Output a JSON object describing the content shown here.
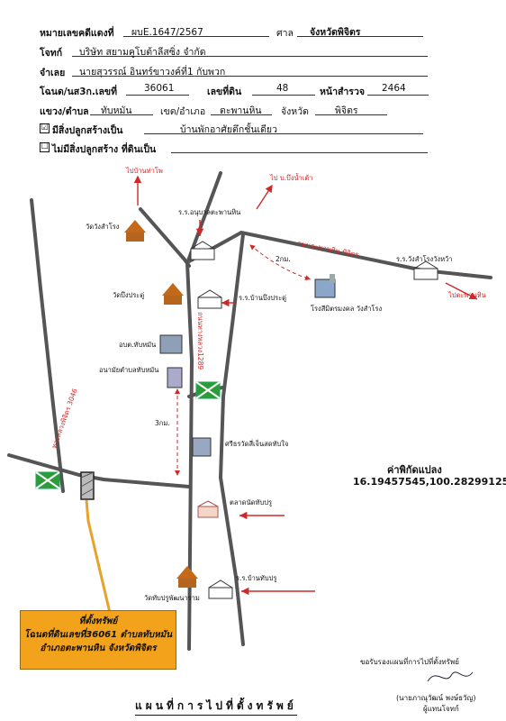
{
  "header": {
    "case_label": "หมายเลขคดีแดงที่",
    "case_value": "ผบE.1647/2567",
    "court_label": "ศาล",
    "court_value": "จังหวัดพิจิตร",
    "plaintiff_label": "โจทก์",
    "plaintiff_value": "บริษัท สยามคูโบต้าลีสซิ่ง จำกัด",
    "defendant_label": "จำเลย",
    "defendant_value": "นายสุวรรณ์ อินทร์ขาวงค์ที่1 กับพวก",
    "deed_label": "โฉนด/นส3ก.เลขที่",
    "deed_value": "36061",
    "land_no_label": "เลขที่ดิน",
    "land_no_value": "48",
    "survey_label": "หน้าสำรวจ",
    "survey_value": "2464",
    "subdistrict_label": "แขวง/ตำบล",
    "subdistrict_value": "ทับหมัน",
    "district_label": "เขต/อำเภอ",
    "district_value": "ตะพานหิน",
    "province_label": "จังหวัด",
    "province_value": "พิจิตร",
    "has_building_label": "มีสิ่งปลูกสร้างเป็น",
    "has_building_value": "บ้านพักอาศัยตึกชั้นเดียว",
    "has_building_checked": "☑",
    "no_building_label": "ไม่มีสิ่งปลูกสร้าง ที่ดินเป็น",
    "no_building_checked": "☐"
  },
  "map": {
    "to_phai_tha_pho": "ไปบ้านท่าโพ",
    "to_bueng_nam_tao": "ไป บ.บึงน้ำเต้า",
    "school_anuban": "ร.ร.อนุบาลตะพานหิน",
    "wat_sam_rong": "วัดวังสำโรง",
    "school_wang_samrong": "ร.ร.วังสำโรงวังหว้า",
    "road_taphan_phichit": "ถนนตะพานหิน-พิจิตร",
    "distance_2km": "2กม.",
    "to_taphan_hin": "ไปตะพานหิน",
    "wat_bueng_prachu": "วัดบึงประดู่",
    "school_bueng_prachu": "ร.ร.บ้านบึงประดู่",
    "rice_mill": "โรงสีมิตรมงคล วังสำโรง",
    "road_1289": "ถนนทางหลวง1289",
    "tao_thap_man": "อบต.ทับหมัน",
    "health_center": "อนามัยตำบลทับหมัน",
    "highway_3046": "ทางหลวงพิจิตร 3046",
    "distance_3km": "3กม.",
    "temple_sriwat": "ศรีธรวัดสี่เจ็นสดทับใจ",
    "market": "ตลาดนัดทับปรู",
    "wat_thap_pru": "วัดทับปรูพัฒนาราม",
    "school_thap_pru": "ร.ร.บ้านทับปรู"
  },
  "property_box": {
    "line1": "ที่ตั้งทรัพย์",
    "line2": "โฉนดที่ดินเลขที่36061 ตำบลทับหมัน",
    "line3": "อำเภอตะพานหิน จังหวัดพิจิตร"
  },
  "coordinates": {
    "label": "ค่าพิกัดแปลง",
    "value": "16.19457545,100.28299125"
  },
  "signature": {
    "cert": "ขอรับรองแผนที่การไปที่ตั้งทรัพย์",
    "name": "(นายภาณุวัฒน์ พงษ์ธวัญ)",
    "role": "ผู้แทนโจทก์"
  },
  "footer": {
    "title": "แผนที่การไปที่ตั้งทรัพย์"
  },
  "colors": {
    "road": "#555555",
    "arrow": "#d02828",
    "property_box": "#f3a21c"
  }
}
